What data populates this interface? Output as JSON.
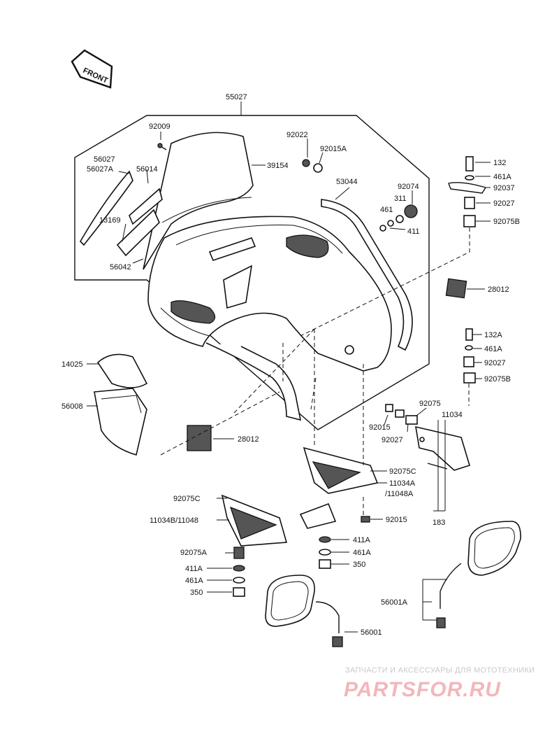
{
  "diagram": {
    "front_label": "FRONT"
  },
  "labels": {
    "l55027": "55027",
    "l92009": "92009",
    "l92022": "92022",
    "l92015A": "92015A",
    "l39154": "39154",
    "l56027": "56027",
    "l56027A": "56027A",
    "l56014": "56014",
    "l53044": "53044",
    "l92074": "92074",
    "l311": "311",
    "l461": "461",
    "l411": "411",
    "l13169": "13169",
    "l56042": "56042",
    "l132": "132",
    "l461A": "461A",
    "l92037": "92037",
    "l92027": "92027",
    "l92075B": "92075B",
    "l28012": "28012",
    "l132A": "132A",
    "l14025": "14025",
    "l56008": "56008",
    "l92075": "92075",
    "l11034": "11034",
    "l92015": "92015",
    "l92075C": "92075C",
    "l11034A": "11034A",
    "l11048A": "/11048A",
    "l11034B_11048": "11034B/11048",
    "l183": "183",
    "l411A": "411A",
    "l350": "350",
    "l92075A": "92075A",
    "l56001A": "56001A",
    "l56001": "56001"
  },
  "watermark": {
    "caption": "ЗАПЧАСТИ И АКСЕССУАРЫ ДЛЯ МОТОТЕХНИКИ",
    "brand": "PARTSFOR.RU",
    "color": "#f2b7bb"
  }
}
